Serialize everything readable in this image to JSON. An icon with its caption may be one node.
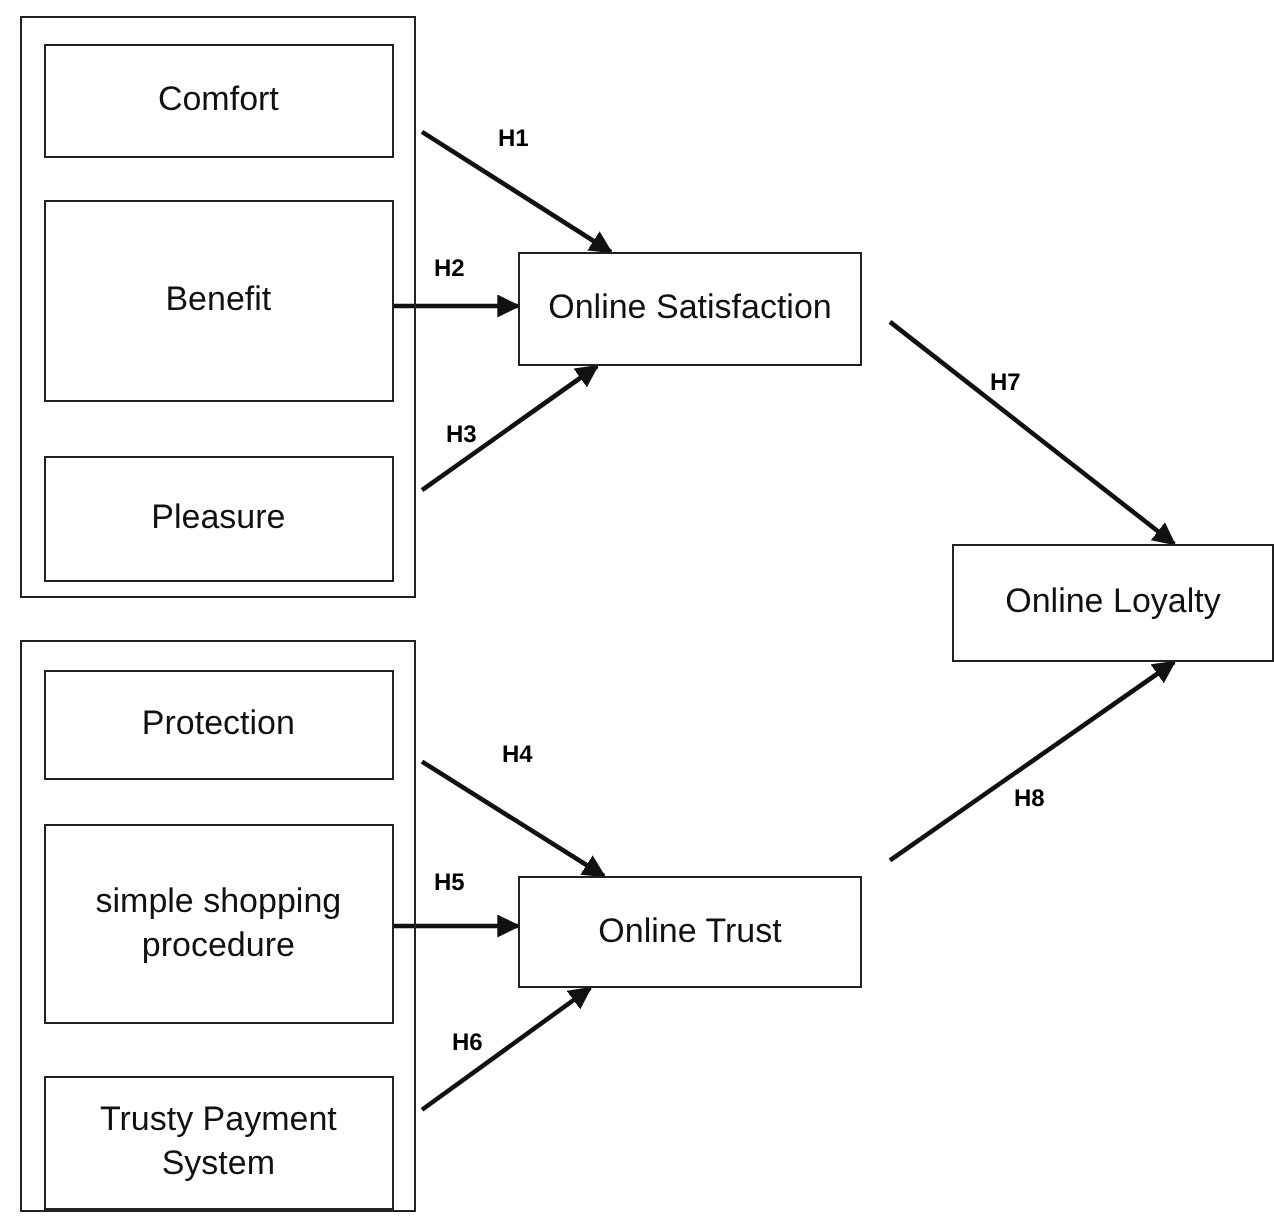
{
  "diagram": {
    "nodes": [
      {
        "text": [],
        "shape": "box"
      },
      {
        "text": [
          "Comfort"
        ],
        "in": 0
      },
      {
        "text": [
          "Benefit"
        ],
        "in": 0
      },
      {
        "text": [
          "Pleasure"
        ],
        "in": 0
      },
      {
        "text": [],
        "shape": "box"
      },
      {
        "text": [
          "Protection"
        ],
        "in": 4
      },
      {
        "text": [
          "simple shopping procedure"
        ],
        "in": 4
      },
      {
        "text": [
          "Trusty Payment System"
        ],
        "in": 4
      },
      {
        "text": [
          "Online Satisfaction"
        ]
      },
      {
        "text": [
          "Online Trust"
        ]
      },
      {
        "text": [
          "Online Loyalty"
        ]
      }
    ],
    "edges": [
      {
        "from": 1,
        "to": 8,
        "arrow": "to",
        "label": "H1"
      },
      {
        "from": 2,
        "to": 8,
        "arrow": "to",
        "label": "H2"
      },
      {
        "from": 3,
        "to": 8,
        "arrow": "to",
        "label": "H3"
      },
      {
        "from": 5,
        "to": 9,
        "arrow": "to",
        "label": "H4"
      },
      {
        "from": 6,
        "to": 9,
        "arrow": "to",
        "label": "H5"
      },
      {
        "from": 7,
        "to": 9,
        "arrow": "to",
        "label": "H6"
      },
      {
        "from": 8,
        "to": 10,
        "arrow": "to",
        "label": "H7"
      },
      {
        "from": 9,
        "to": 10,
        "arrow": "to",
        "label": "H8"
      }
    ]
  }
}
